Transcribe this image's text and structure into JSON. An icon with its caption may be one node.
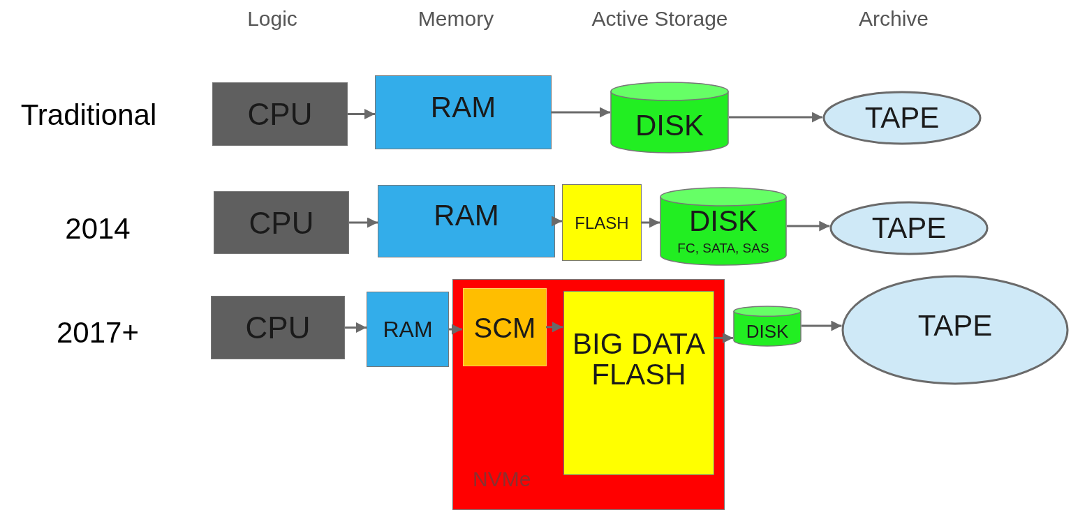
{
  "diagram": {
    "nodes": [
      {
        "text": [
          "CPU"
        ]
      },
      {
        "text": [
          "RAM"
        ]
      },
      {
        "text": [
          "DISK"
        ]
      },
      {
        "text": [
          "TAPE"
        ]
      },
      {
        "text": [
          "CPU"
        ]
      },
      {
        "text": [
          "RAM"
        ]
      },
      {
        "text": [
          "FLASH"
        ]
      },
      {
        "text": [
          "DISK",
          "FC, SATA, SAS"
        ]
      },
      {
        "text": [
          "TAPE"
        ]
      },
      {
        "text": [
          "CPU"
        ]
      },
      {
        "text": [
          "RAM"
        ]
      },
      {
        "text": [
          "NVMe"
        ]
      },
      {
        "text": [
          "SCM"
        ],
        "in": 11
      },
      {
        "text": [
          "BIG DATA FLASH"
        ],
        "in": 11
      },
      {
        "text": [
          "DISK"
        ]
      },
      {
        "text": [
          "TAPE"
        ]
      }
    ],
    "edges": [
      {
        "from": 0,
        "to": 1,
        "arrow": "to"
      },
      {
        "from": 1,
        "to": 2,
        "arrow": "to"
      },
      {
        "from": 2,
        "to": 3,
        "arrow": "to"
      },
      {
        "from": 4,
        "to": 5,
        "arrow": "to"
      },
      {
        "from": 5,
        "to": 6,
        "arrow": "to"
      },
      {
        "from": 6,
        "to": 7,
        "arrow": "to"
      },
      {
        "from": 7,
        "to": 8,
        "arrow": "to"
      },
      {
        "from": 9,
        "to": 10,
        "arrow": "to"
      },
      {
        "from": 10,
        "to": 12,
        "arrow": "to"
      },
      {
        "from": 12,
        "to": 13,
        "arrow": "to"
      },
      {
        "from": 13,
        "to": 14,
        "arrow": "to"
      },
      {
        "from": 14,
        "to": 15,
        "arrow": "to"
      }
    ],
    "labels": [
      "Logic",
      "Memory",
      "Active Storage",
      "Archive",
      "Traditional",
      "2014",
      "2017+"
    ]
  }
}
